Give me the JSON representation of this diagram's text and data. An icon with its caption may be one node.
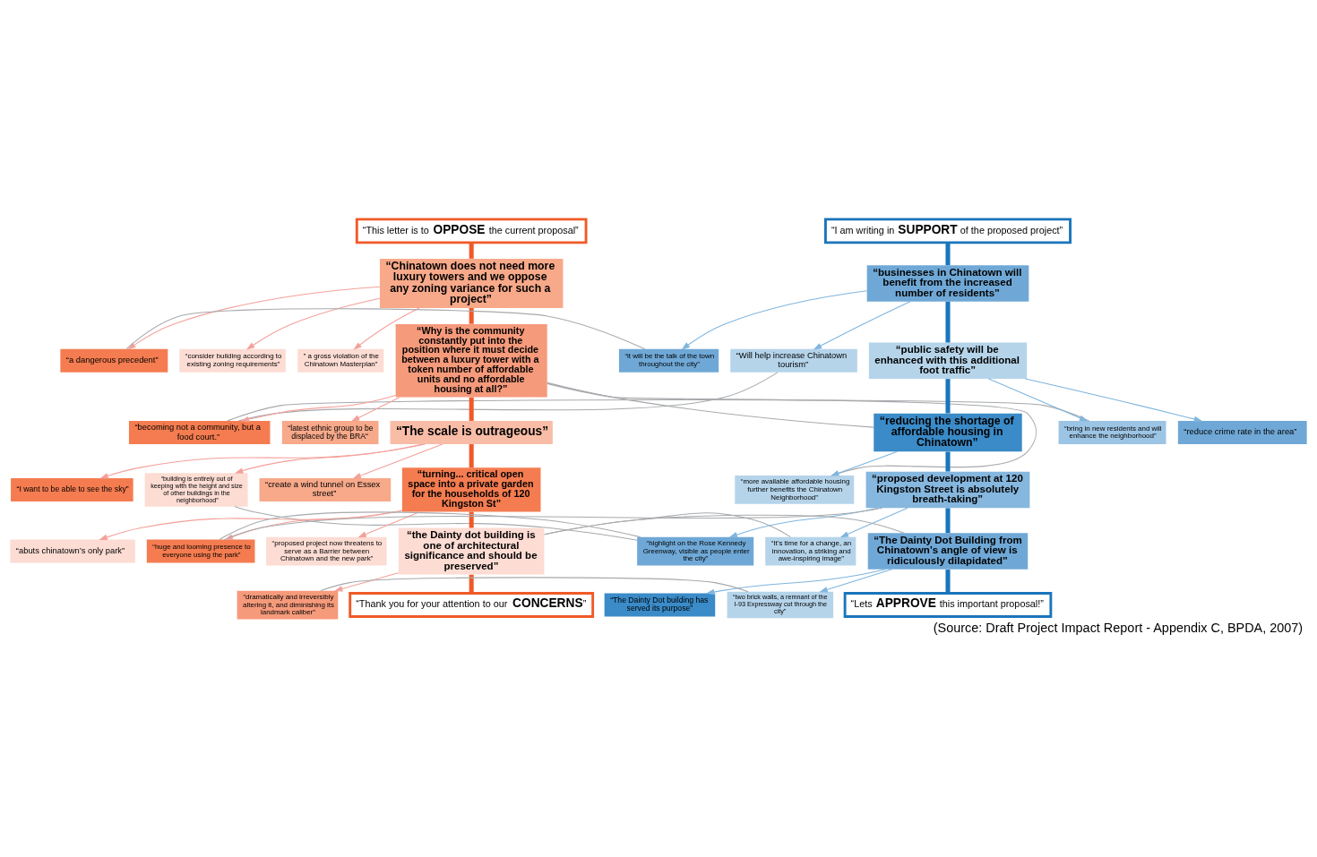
{
  "diagram": {
    "caption": "(Source: Draft Project Impact Report - Appendix C, BPDA, 2007)",
    "nodes": [
      {
        "text": [
          "“This letter is to **OPPOSE** the current proposal”"
        ]
      },
      {
        "text": [
          "“I am writing in **SUPPORT** of the proposed project”"
        ]
      },
      {
        "text": [
          "“Chinatown does not need more luxury towers and we oppose any zoning variance for such a project”"
        ]
      },
      {
        "text": [
          "“a dangerous precedent”"
        ]
      },
      {
        "text": [
          "“consider building according to existing zoning requirements”"
        ]
      },
      {
        "text": [
          "“it will be the talk of the town throughout the city”"
        ]
      },
      {
        "text": [
          "“businesses in Chinatown will benefit from the increased number of residents”"
        ]
      },
      {
        "text": [
          "“Will help increase Chinatown tourism”"
        ]
      },
      {
        "text": [
          "“becoming not a community, but a food court.”"
        ]
      },
      {
        "text": [
          "” a gross violation of the Chinatown Masterplan”"
        ]
      },
      {
        "text": [
          "“Why is the community constantly put into the position where it must decide between a luxury tower with a token number of affordable units and no affordable housing at all?”"
        ]
      },
      {
        "text": [
          "“public safety will be enhanced with this additional foot traffic”"
        ]
      },
      {
        "text": [
          "“bring in new residents and will enhance the neighborhood”"
        ]
      },
      {
        "text": [
          "“latest ethnic group to be displaced by the BRA“"
        ]
      },
      {
        "text": [
          "“reduce crime rate in the area”"
        ]
      },
      {
        "text": [
          "“I want to be able to see the sky”"
        ]
      },
      {
        "text": [
          "“The scale is outrageous”"
        ]
      },
      {
        "text": [
          "“reducing the shortage of affordable housing in Chinatown”"
        ]
      },
      {
        "text": [
          "“more available affordable housing further benefits the Chinatown Neighborhood”"
        ]
      },
      {
        "text": [
          "“building is entirely out of keeping with the height and size of other buildings in the neighborhood”"
        ]
      },
      {
        "text": [
          "“create a wind tunnel on Essex street”"
        ]
      },
      {
        "text": [
          "“highlight on the Rose Kennedy Greenway, visible as people enter the city”"
        ]
      },
      {
        "text": [
          "“proposed development at 120 Kingston Street is absolutely breath-taking”"
        ]
      },
      {
        "text": [
          "“turning... critical open space into a private garden for the households of 120 Kingston St”"
        ]
      },
      {
        "text": [
          "“abuts chinatown’s only park”"
        ]
      },
      {
        "text": [
          "“huge and looming presence to everyone using the park”"
        ]
      },
      {
        "text": [
          "“It’s time for a change, an innovation, a striking and awe-inspiring image”"
        ]
      },
      {
        "text": [
          "“proposed project now threatens to serve as a Barrier between Chinatown and the new park”"
        ]
      },
      {
        "text": [
          "“The Dainty Dot building has served its purpose”"
        ]
      },
      {
        "text": [
          "“the Dainty dot building is one of architectural significance and should be preserved”"
        ]
      },
      {
        "text": [
          "“The Dainty Dot Building from Chinatown’s angle of view is ridiculously dilapidated”"
        ]
      },
      {
        "text": [
          "“dramatically and irreversibly altering it, and diminishing its landmark caliber”"
        ]
      },
      {
        "text": [
          "“two brick walls, a remnant of the I-93 Expressway cut through the city”"
        ]
      },
      {
        "text": [
          "“Thank you for your attention to our **CONCERNS**”"
        ]
      },
      {
        "text": [
          "“Lets **APPROVE** this important proposal!”"
        ]
      }
    ],
    "edges": [
      {
        "from": 0,
        "to": 2,
        "arrow": "none",
        "style": "thick",
        "color": "#f05a28"
      },
      {
        "from": 2,
        "to": 10,
        "arrow": "none",
        "style": "thick",
        "color": "#f05a28"
      },
      {
        "from": 10,
        "to": 16,
        "arrow": "none",
        "style": "thick",
        "color": "#f05a28"
      },
      {
        "from": 16,
        "to": 23,
        "arrow": "none",
        "style": "thick",
        "color": "#f05a28"
      },
      {
        "from": 23,
        "to": 29,
        "arrow": "none",
        "style": "thick",
        "color": "#f05a28"
      },
      {
        "from": 29,
        "to": 33,
        "arrow": "none",
        "style": "thick",
        "color": "#f05a28"
      },
      {
        "from": 1,
        "to": 6,
        "arrow": "none",
        "style": "thick",
        "color": "#1a75bb"
      },
      {
        "from": 6,
        "to": 11,
        "arrow": "none",
        "style": "thick",
        "color": "#1a75bb"
      },
      {
        "from": 11,
        "to": 17,
        "arrow": "none",
        "style": "thick",
        "color": "#1a75bb"
      },
      {
        "from": 17,
        "to": 22,
        "arrow": "none",
        "style": "thick",
        "color": "#1a75bb"
      },
      {
        "from": 22,
        "to": 30,
        "arrow": "none",
        "style": "thick",
        "color": "#1a75bb"
      },
      {
        "from": 30,
        "to": 34,
        "arrow": "none",
        "style": "thick",
        "color": "#1a75bb"
      },
      {
        "from": 2,
        "to": 3,
        "arrow": "to",
        "color": "#f4a09a"
      },
      {
        "from": 2,
        "to": 4,
        "arrow": "to",
        "color": "#f4a09a"
      },
      {
        "from": 2,
        "to": 9,
        "arrow": "to",
        "color": "#f4a09a"
      },
      {
        "from": 10,
        "to": 8,
        "arrow": "to",
        "color": "#f4a09a"
      },
      {
        "from": 10,
        "to": 13,
        "arrow": "to",
        "color": "#f4a09a"
      },
      {
        "from": 16,
        "to": 15,
        "arrow": "to",
        "color": "#f4a09a"
      },
      {
        "from": 16,
        "to": 19,
        "arrow": "to",
        "color": "#f4a09a"
      },
      {
        "from": 16,
        "to": 20,
        "arrow": "to",
        "color": "#f4a09a"
      },
      {
        "from": 23,
        "to": 24,
        "arrow": "to",
        "color": "#f4a09a"
      },
      {
        "from": 23,
        "to": 25,
        "arrow": "to",
        "color": "#f4a09a"
      },
      {
        "from": 23,
        "to": 27,
        "arrow": "to",
        "color": "#f4a09a"
      },
      {
        "from": 29,
        "to": 31,
        "arrow": "to",
        "color": "#f4a09a"
      },
      {
        "from": 6,
        "to": 5,
        "arrow": "to",
        "color": "#7fb5de"
      },
      {
        "from": 6,
        "to": 7,
        "arrow": "to",
        "color": "#7fb5de"
      },
      {
        "from": 11,
        "to": 12,
        "arrow": "to",
        "color": "#7fb5de"
      },
      {
        "from": 11,
        "to": 14,
        "arrow": "to",
        "color": "#7fb5de"
      },
      {
        "from": 17,
        "to": 18,
        "arrow": "to",
        "color": "#7fb5de"
      },
      {
        "from": 22,
        "to": 21,
        "arrow": "to",
        "color": "#7fb5de"
      },
      {
        "from": 22,
        "to": 26,
        "arrow": "to",
        "color": "#7fb5de"
      },
      {
        "from": 30,
        "to": 28,
        "arrow": "to",
        "color": "#7fb5de"
      },
      {
        "from": 30,
        "to": 32,
        "arrow": "to",
        "color": "#7fb5de"
      },
      {
        "from": 3,
        "to": 5,
        "arrow": "none",
        "color": "#a7a9ac"
      },
      {
        "from": 8,
        "to": 7,
        "arrow": "none",
        "color": "#a7a9ac"
      },
      {
        "from": 8,
        "to": 12,
        "arrow": "none",
        "color": "#a7a9ac"
      },
      {
        "from": 10,
        "to": 17,
        "arrow": "none",
        "color": "#a7a9ac"
      },
      {
        "from": 10,
        "to": 18,
        "arrow": "none",
        "color": "#a7a9ac"
      },
      {
        "from": 19,
        "to": 21,
        "arrow": "none",
        "color": "#a7a9ac"
      },
      {
        "from": 25,
        "to": 21,
        "arrow": "none",
        "color": "#a7a9ac"
      },
      {
        "from": 25,
        "to": 22,
        "arrow": "none",
        "color": "#a7a9ac"
      },
      {
        "from": 29,
        "to": 26,
        "arrow": "none",
        "color": "#a7a9ac"
      },
      {
        "from": 29,
        "to": 30,
        "arrow": "none",
        "color": "#a7a9ac"
      },
      {
        "from": 31,
        "to": 32,
        "arrow": "none",
        "color": "#a7a9ac"
      }
    ]
  }
}
